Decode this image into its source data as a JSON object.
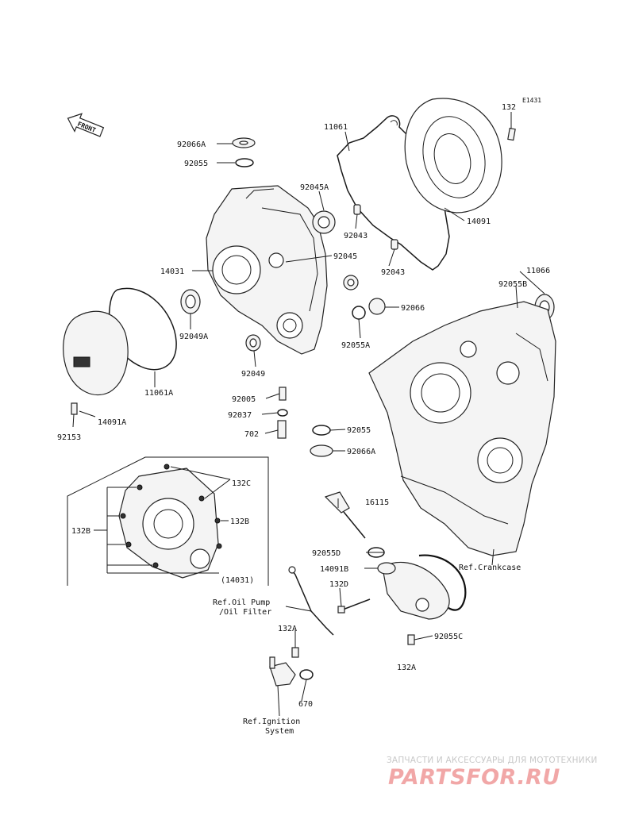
{
  "diagram_code": "E1431",
  "front_label": "FRONT",
  "labels": {
    "l_92066A_top": "92066A",
    "l_92055_top": "92055",
    "l_11061": "11061",
    "l_132_top": "132",
    "l_92045A": "92045A",
    "l_92043_a": "92043",
    "l_14091": "14091",
    "l_92043_b": "92043",
    "l_14031": "14031",
    "l_92045": "92045",
    "l_11066": "11066",
    "l_92055B": "92055B",
    "l_92066": "92066",
    "l_92049A": "92049A",
    "l_92055A": "92055A",
    "l_92049": "92049",
    "l_11061A": "11061A",
    "l_92005": "92005",
    "l_92037": "92037",
    "l_14091A": "14091A",
    "l_702": "702",
    "l_92055_mid": "92055",
    "l_92153": "92153",
    "l_92066A_mid": "92066A",
    "l_132C": "132C",
    "l_132B_right": "132B",
    "l_132B_left": "132B",
    "l_14031_ref": "(14031)",
    "l_16115": "16115",
    "l_92055D": "92055D",
    "l_14091B": "14091B",
    "l_ref_crankcase": "Ref.Crankcase",
    "l_132D": "132D",
    "l_ref_oilpump_1": "Ref.Oil Pump",
    "l_ref_oilpump_2": "/Oil Filter",
    "l_132A_left": "132A",
    "l_92055C": "92055C",
    "l_132A_right": "132A",
    "l_670": "670",
    "l_ref_ign_1": "Ref.Ignition",
    "l_ref_ign_2": "System"
  },
  "watermark": {
    "tagline": "ЗАПЧАСТИ И АКСЕССУАРЫ ДЛЯ МОТОТЕХНИКИ",
    "brand": "PARTSFOR.RU"
  }
}
